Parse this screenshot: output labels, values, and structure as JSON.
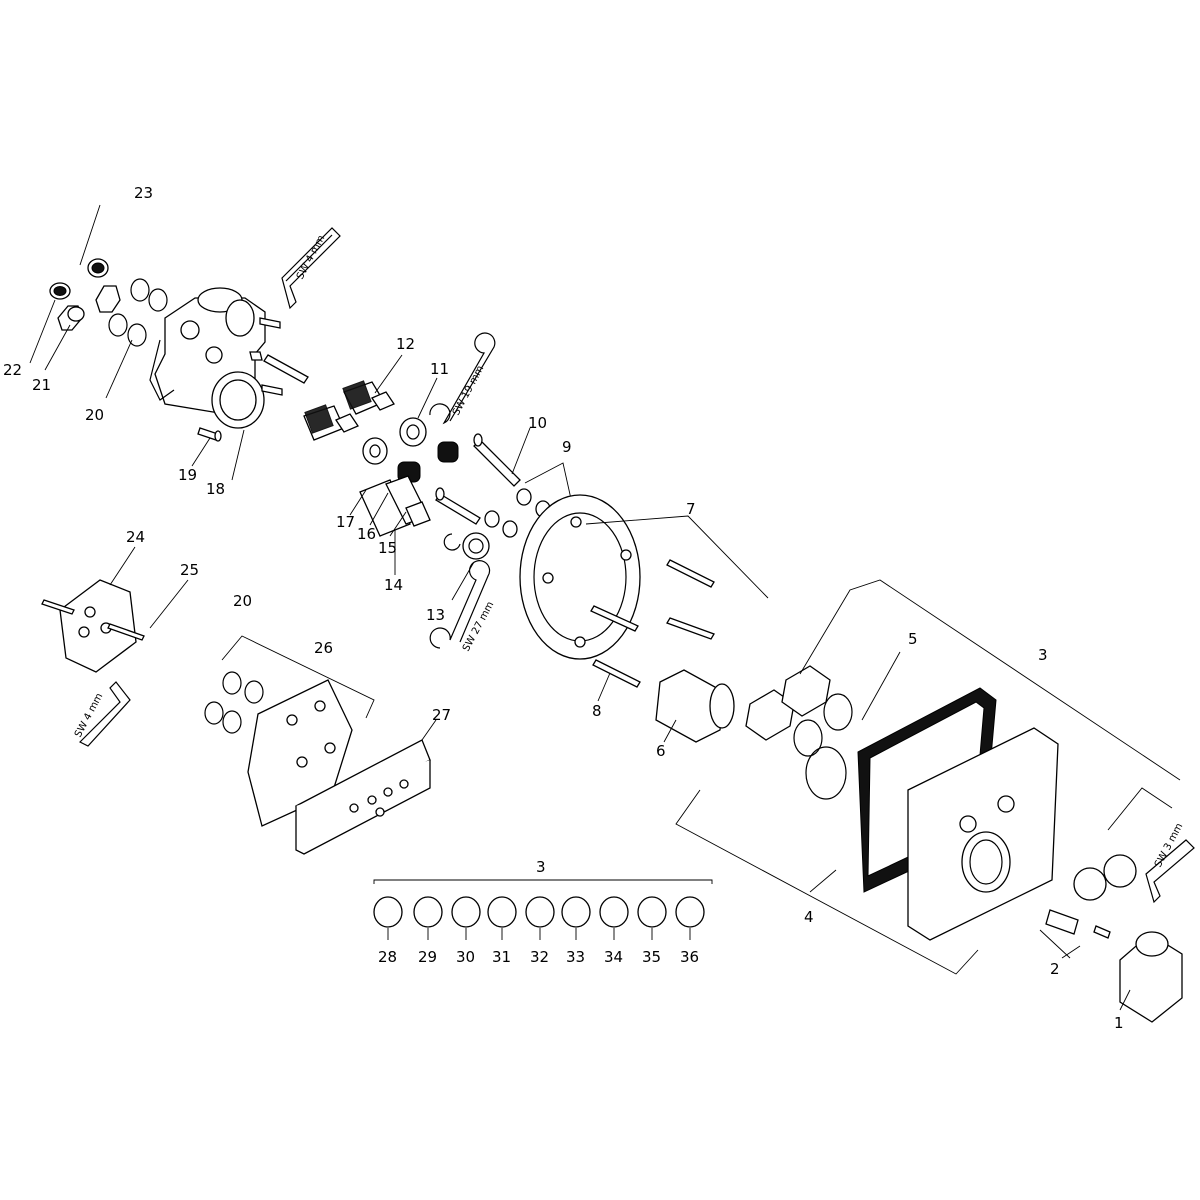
{
  "diagram": {
    "part_labels": [
      {
        "id": "p1",
        "text": "1"
      },
      {
        "id": "p2",
        "text": "2"
      },
      {
        "id": "p3a",
        "text": "3"
      },
      {
        "id": "p3b",
        "text": "3"
      },
      {
        "id": "p4",
        "text": "4"
      },
      {
        "id": "p5",
        "text": "5"
      },
      {
        "id": "p6",
        "text": "6"
      },
      {
        "id": "p7",
        "text": "7"
      },
      {
        "id": "p8",
        "text": "8"
      },
      {
        "id": "p9",
        "text": "9"
      },
      {
        "id": "p10",
        "text": "10"
      },
      {
        "id": "p11",
        "text": "11"
      },
      {
        "id": "p12",
        "text": "12"
      },
      {
        "id": "p13",
        "text": "13"
      },
      {
        "id": "p14",
        "text": "14"
      },
      {
        "id": "p15",
        "text": "15"
      },
      {
        "id": "p16",
        "text": "16"
      },
      {
        "id": "p17",
        "text": "17"
      },
      {
        "id": "p18",
        "text": "18"
      },
      {
        "id": "p19",
        "text": "19"
      },
      {
        "id": "p20a",
        "text": "20"
      },
      {
        "id": "p20b",
        "text": "20"
      },
      {
        "id": "p21",
        "text": "21"
      },
      {
        "id": "p22",
        "text": "22"
      },
      {
        "id": "p23",
        "text": "23"
      },
      {
        "id": "p24",
        "text": "24"
      },
      {
        "id": "p25",
        "text": "25"
      },
      {
        "id": "p26",
        "text": "26"
      },
      {
        "id": "p27",
        "text": "27"
      },
      {
        "id": "p28",
        "text": "28"
      },
      {
        "id": "p29",
        "text": "29"
      },
      {
        "id": "p30",
        "text": "30"
      },
      {
        "id": "p31",
        "text": "31"
      },
      {
        "id": "p32",
        "text": "32"
      },
      {
        "id": "p33",
        "text": "33"
      },
      {
        "id": "p34",
        "text": "34"
      },
      {
        "id": "p35",
        "text": "35"
      },
      {
        "id": "p36",
        "text": "36"
      }
    ],
    "tool_labels": {
      "sw4_top": "SW 4 mm",
      "sw19": "SW 19 mm",
      "sw27": "SW 27 mm",
      "sw4_left": "SW 4 mm",
      "sw3": "SW 3 mm"
    }
  }
}
